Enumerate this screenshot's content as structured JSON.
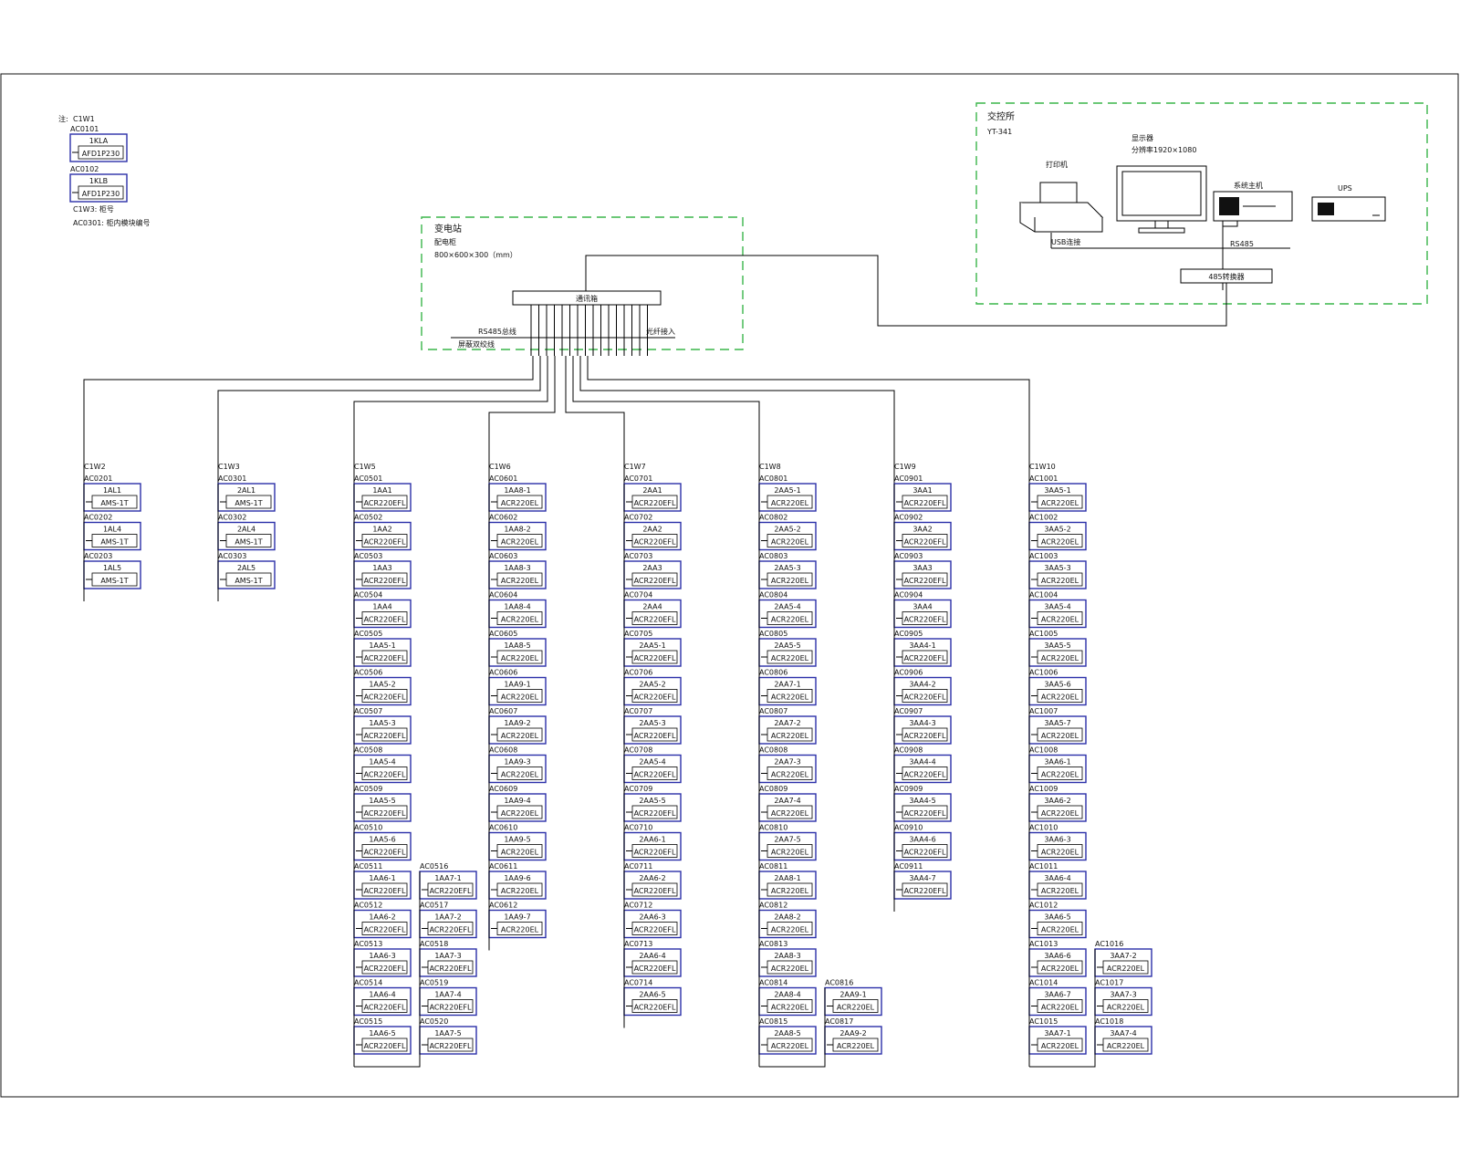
{
  "control_room": {
    "title": "交控所",
    "model": "YT-341",
    "printer": "打印机",
    "monitor": "显示器",
    "monitor_res": "分辨率1920×1080",
    "host": "系统主机",
    "ups": "UPS",
    "usb": "USB连接",
    "rs485": "RS485",
    "converter": "485转换器"
  },
  "switch_cabinet": {
    "title": "变电站",
    "model": "配电柜",
    "dimension": "800×600×300（mm）",
    "box": "通讯箱",
    "left_note": "RS485总线",
    "left_note2": "屏蔽双绞线",
    "right_note": "光纤接入"
  },
  "legend": {
    "label_a": "注:",
    "line1": "C1W3: 柜号",
    "line2": "AC0301: 柜内模块编号"
  },
  "topleft": {
    "code": "C1W1",
    "items": [
      {
        "id": "AC0101",
        "top": "1KLA",
        "bottom": "AFD1P230"
      },
      {
        "id": "AC0102",
        "top": "1KLB",
        "bottom": "AFD1P230"
      }
    ]
  },
  "columns": [
    {
      "cabinet": "C1W2",
      "modules": [
        {
          "id": "AC0201",
          "top": "1AL1",
          "bottom": "AMS-1T"
        },
        {
          "id": "AC0202",
          "top": "1AL4",
          "bottom": "AMS-1T"
        },
        {
          "id": "AC0203",
          "top": "1AL5",
          "bottom": "AMS-1T"
        }
      ]
    },
    {
      "cabinet": "C1W3",
      "modules": [
        {
          "id": "AC0301",
          "top": "2AL1",
          "bottom": "AMS-1T"
        },
        {
          "id": "AC0302",
          "top": "2AL4",
          "bottom": "AMS-1T"
        },
        {
          "id": "AC0303",
          "top": "2AL5",
          "bottom": "AMS-1T"
        }
      ]
    },
    {
      "cabinet": "C1W5",
      "modules": [
        {
          "id": "AC0501",
          "top": "1AA1",
          "bottom": "ACR220EFL"
        },
        {
          "id": "AC0502",
          "top": "1AA2",
          "bottom": "ACR220EFL"
        },
        {
          "id": "AC0503",
          "top": "1AA3",
          "bottom": "ACR220EFL"
        },
        {
          "id": "AC0504",
          "top": "1AA4",
          "bottom": "ACR220EFL"
        },
        {
          "id": "AC0505",
          "top": "1AA5-1",
          "bottom": "ACR220EFL"
        },
        {
          "id": "AC0506",
          "top": "1AA5-2",
          "bottom": "ACR220EFL"
        },
        {
          "id": "AC0507",
          "top": "1AA5-3",
          "bottom": "ACR220EFL"
        },
        {
          "id": "AC0508",
          "top": "1AA5-4",
          "bottom": "ACR220EFL"
        },
        {
          "id": "AC0509",
          "top": "1AA5-5",
          "bottom": "ACR220EFL"
        },
        {
          "id": "AC0510",
          "top": "1AA5-6",
          "bottom": "ACR220EFL"
        },
        {
          "id": "AC0511",
          "top": "1AA6-1",
          "bottom": "ACR220EFL"
        },
        {
          "id": "AC0512",
          "top": "1AA6-2",
          "bottom": "ACR220EFL"
        },
        {
          "id": "AC0513",
          "top": "1AA6-3",
          "bottom": "ACR220EFL"
        },
        {
          "id": "AC0514",
          "top": "1AA6-4",
          "bottom": "ACR220EFL"
        },
        {
          "id": "AC0515",
          "top": "1AA6-5",
          "bottom": "ACR220EFL"
        }
      ],
      "extra": [
        {
          "id": "AC0516",
          "top": "1AA7-1",
          "bottom": "ACR220EFL"
        },
        {
          "id": "AC0517",
          "top": "1AA7-2",
          "bottom": "ACR220EFL"
        },
        {
          "id": "AC0518",
          "top": "1AA7-3",
          "bottom": "ACR220EFL"
        },
        {
          "id": "AC0519",
          "top": "1AA7-4",
          "bottom": "ACR220EFL"
        },
        {
          "id": "AC0520",
          "top": "1AA7-5",
          "bottom": "ACR220EFL"
        }
      ]
    },
    {
      "cabinet": "C1W6",
      "modules": [
        {
          "id": "AC0601",
          "top": "1AA8-1",
          "bottom": "ACR220EL"
        },
        {
          "id": "AC0602",
          "top": "1AA8-2",
          "bottom": "ACR220EL"
        },
        {
          "id": "AC0603",
          "top": "1AA8-3",
          "bottom": "ACR220EL"
        },
        {
          "id": "AC0604",
          "top": "1AA8-4",
          "bottom": "ACR220EL"
        },
        {
          "id": "AC0605",
          "top": "1AA8-5",
          "bottom": "ACR220EL"
        },
        {
          "id": "AC0606",
          "top": "1AA9-1",
          "bottom": "ACR220EL"
        },
        {
          "id": "AC0607",
          "top": "1AA9-2",
          "bottom": "ACR220EL"
        },
        {
          "id": "AC0608",
          "top": "1AA9-3",
          "bottom": "ACR220EL"
        },
        {
          "id": "AC0609",
          "top": "1AA9-4",
          "bottom": "ACR220EL"
        },
        {
          "id": "AC0610",
          "top": "1AA9-5",
          "bottom": "ACR220EL"
        },
        {
          "id": "AC0611",
          "top": "1AA9-6",
          "bottom": "ACR220EL"
        },
        {
          "id": "AC0612",
          "top": "1AA9-7",
          "bottom": "ACR220EL"
        }
      ]
    },
    {
      "cabinet": "C1W7",
      "modules": [
        {
          "id": "AC0701",
          "top": "2AA1",
          "bottom": "ACR220EFL"
        },
        {
          "id": "AC0702",
          "top": "2AA2",
          "bottom": "ACR220EFL"
        },
        {
          "id": "AC0703",
          "top": "2AA3",
          "bottom": "ACR220EFL"
        },
        {
          "id": "AC0704",
          "top": "2AA4",
          "bottom": "ACR220EFL"
        },
        {
          "id": "AC0705",
          "top": "2AA5-1",
          "bottom": "ACR220EFL"
        },
        {
          "id": "AC0706",
          "top": "2AA5-2",
          "bottom": "ACR220EFL"
        },
        {
          "id": "AC0707",
          "top": "2AA5-3",
          "bottom": "ACR220EFL"
        },
        {
          "id": "AC0708",
          "top": "2AA5-4",
          "bottom": "ACR220EFL"
        },
        {
          "id": "AC0709",
          "top": "2AA5-5",
          "bottom": "ACR220EFL"
        },
        {
          "id": "AC0710",
          "top": "2AA6-1",
          "bottom": "ACR220EFL"
        },
        {
          "id": "AC0711",
          "top": "2AA6-2",
          "bottom": "ACR220EFL"
        },
        {
          "id": "AC0712",
          "top": "2AA6-3",
          "bottom": "ACR220EFL"
        },
        {
          "id": "AC0713",
          "top": "2AA6-4",
          "bottom": "ACR220EFL"
        },
        {
          "id": "AC0714",
          "top": "2AA6-5",
          "bottom": "ACR220EFL"
        }
      ]
    },
    {
      "cabinet": "C1W8",
      "modules": [
        {
          "id": "AC0801",
          "top": "2AA5-1",
          "bottom": "ACR220EL"
        },
        {
          "id": "AC0802",
          "top": "2AA5-2",
          "bottom": "ACR220EL"
        },
        {
          "id": "AC0803",
          "top": "2AA5-3",
          "bottom": "ACR220EL"
        },
        {
          "id": "AC0804",
          "top": "2AA5-4",
          "bottom": "ACR220EL"
        },
        {
          "id": "AC0805",
          "top": "2AA5-5",
          "bottom": "ACR220EL"
        },
        {
          "id": "AC0806",
          "top": "2AA7-1",
          "bottom": "ACR220EL"
        },
        {
          "id": "AC0807",
          "top": "2AA7-2",
          "bottom": "ACR220EL"
        },
        {
          "id": "AC0808",
          "top": "2AA7-3",
          "bottom": "ACR220EL"
        },
        {
          "id": "AC0809",
          "top": "2AA7-4",
          "bottom": "ACR220EL"
        },
        {
          "id": "AC0810",
          "top": "2AA7-5",
          "bottom": "ACR220EL"
        },
        {
          "id": "AC0811",
          "top": "2AA8-1",
          "bottom": "ACR220EL"
        },
        {
          "id": "AC0812",
          "top": "2AA8-2",
          "bottom": "ACR220EL"
        },
        {
          "id": "AC0813",
          "top": "2AA8-3",
          "bottom": "ACR220EL"
        },
        {
          "id": "AC0814",
          "top": "2AA8-4",
          "bottom": "ACR220EL"
        },
        {
          "id": "AC0815",
          "top": "2AA8-5",
          "bottom": "ACR220EL"
        }
      ],
      "extra": [
        {
          "id": "AC0816",
          "top": "2AA9-1",
          "bottom": "ACR220EL"
        },
        {
          "id": "AC0817",
          "top": "2AA9-2",
          "bottom": "ACR220EL"
        }
      ]
    },
    {
      "cabinet": "C1W9",
      "modules": [
        {
          "id": "AC0901",
          "top": "3AA1",
          "bottom": "ACR220EFL"
        },
        {
          "id": "AC0902",
          "top": "3AA2",
          "bottom": "ACR220EFL"
        },
        {
          "id": "AC0903",
          "top": "3AA3",
          "bottom": "ACR220EFL"
        },
        {
          "id": "AC0904",
          "top": "3AA4",
          "bottom": "ACR220EFL"
        },
        {
          "id": "AC0905",
          "top": "3AA4-1",
          "bottom": "ACR220EFL"
        },
        {
          "id": "AC0906",
          "top": "3AA4-2",
          "bottom": "ACR220EFL"
        },
        {
          "id": "AC0907",
          "top": "3AA4-3",
          "bottom": "ACR220EFL"
        },
        {
          "id": "AC0908",
          "top": "3AA4-4",
          "bottom": "ACR220EFL"
        },
        {
          "id": "AC0909",
          "top": "3AA4-5",
          "bottom": "ACR220EFL"
        },
        {
          "id": "AC0910",
          "top": "3AA4-6",
          "bottom": "ACR220EFL"
        },
        {
          "id": "AC0911",
          "top": "3AA4-7",
          "bottom": "ACR220EFL"
        }
      ]
    },
    {
      "cabinet": "C1W10",
      "modules": [
        {
          "id": "AC1001",
          "top": "3AA5-1",
          "bottom": "ACR220EL"
        },
        {
          "id": "AC1002",
          "top": "3AA5-2",
          "bottom": "ACR220EL"
        },
        {
          "id": "AC1003",
          "top": "3AA5-3",
          "bottom": "ACR220EL"
        },
        {
          "id": "AC1004",
          "top": "3AA5-4",
          "bottom": "ACR220EL"
        },
        {
          "id": "AC1005",
          "top": "3AA5-5",
          "bottom": "ACR220EL"
        },
        {
          "id": "AC1006",
          "top": "3AA5-6",
          "bottom": "ACR220EL"
        },
        {
          "id": "AC1007",
          "top": "3AA5-7",
          "bottom": "ACR220EL"
        },
        {
          "id": "AC1008",
          "top": "3AA6-1",
          "bottom": "ACR220EL"
        },
        {
          "id": "AC1009",
          "top": "3AA6-2",
          "bottom": "ACR220EL"
        },
        {
          "id": "AC1010",
          "top": "3AA6-3",
          "bottom": "ACR220EL"
        },
        {
          "id": "AC1011",
          "top": "3AA6-4",
          "bottom": "ACR220EL"
        },
        {
          "id": "AC1012",
          "top": "3AA6-5",
          "bottom": "ACR220EL"
        },
        {
          "id": "AC1013",
          "top": "3AA6-6",
          "bottom": "ACR220EL"
        },
        {
          "id": "AC1014",
          "top": "3AA6-7",
          "bottom": "ACR220EL"
        },
        {
          "id": "AC1015",
          "top": "3AA7-1",
          "bottom": "ACR220EL"
        }
      ],
      "extra": [
        {
          "id": "AC1016",
          "top": "3AA7-2",
          "bottom": "ACR220EL"
        },
        {
          "id": "AC1017",
          "top": "3AA7-3",
          "bottom": "ACR220EL"
        },
        {
          "id": "AC1018",
          "top": "3AA7-4",
          "bottom": "ACR220EL"
        }
      ]
    }
  ]
}
